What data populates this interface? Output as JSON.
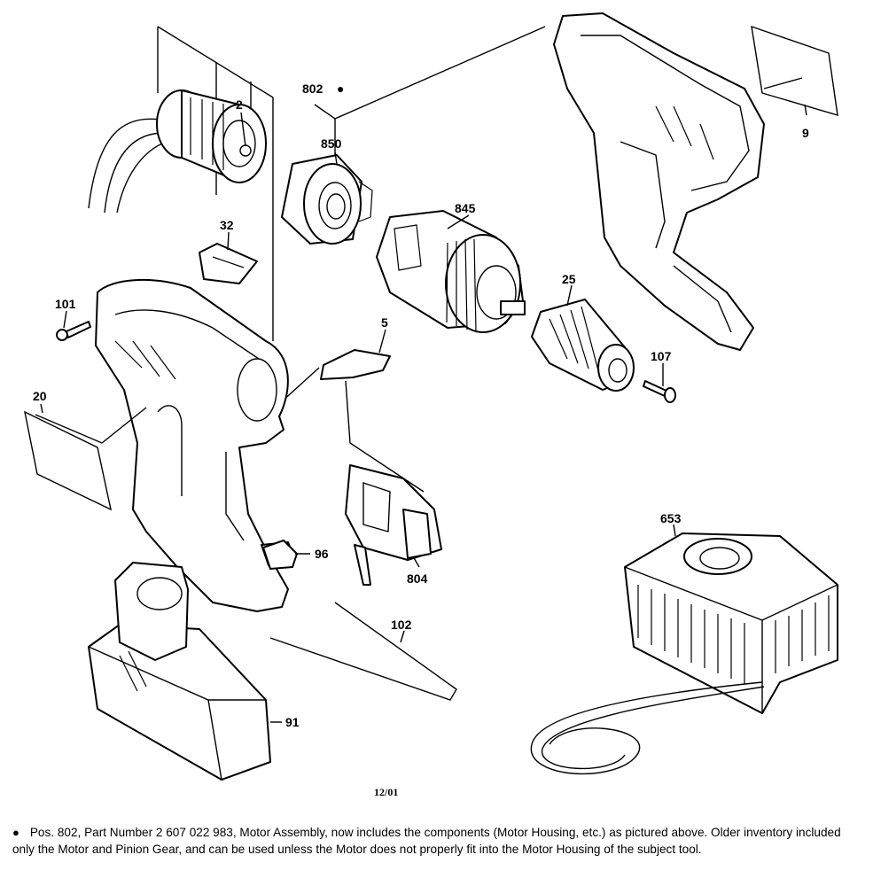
{
  "labels": {
    "p2": "2",
    "p802": "802",
    "p850": "850",
    "p845": "845",
    "p9": "9",
    "p32": "32",
    "p101": "101",
    "p5": "5",
    "p25": "25",
    "p107": "107",
    "p20": "20",
    "p96": "96",
    "p804": "804",
    "p102": "102",
    "p653": "653",
    "p91": "91"
  },
  "marker": "●",
  "date": "12/01",
  "footnote": {
    "bullet": "●",
    "text": "Pos. 802, Part Number 2 607 022 983, Motor Assembly, now includes the components (Motor Housing, etc.) as pictured above.  Older inventory included only the Motor and Pinion Gear, and can be used unless the Motor does not properly fit into the Motor Housing of the subject tool."
  }
}
